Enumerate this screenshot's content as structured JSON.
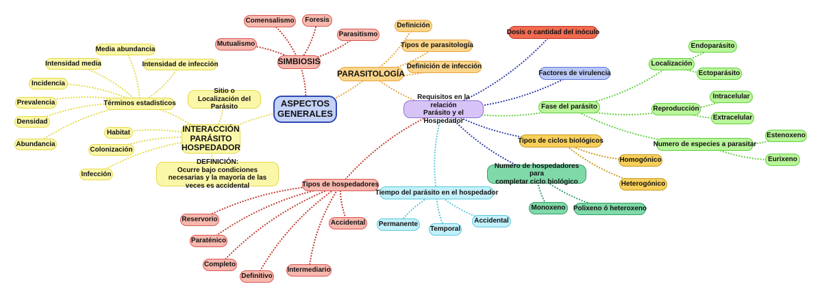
{
  "central": "ASPECTOS\nGENERALES",
  "simbiosis": {
    "title": "SIMBIOSIS",
    "items": [
      "Comensalismo",
      "Foresis",
      "Mutualismo",
      "Parasitismo"
    ]
  },
  "parasitologia": {
    "title": "PARASITOLOGÍA",
    "items": [
      "Definición",
      "Tipos de parasitología",
      "Definición de infección"
    ]
  },
  "interaccion": {
    "title": "INTERACCIÓN\nPARÁSITO\nHOSPEDADOR",
    "sitio": "Sitio o Localización del Parásito",
    "habitat": "Habitat",
    "colonizacion": "Colonización",
    "infeccion": "Infección",
    "definicion": "DEFINICIÓN:\nOcurre bajo condiciones necesarias y la mayoría de las veces es accidental",
    "terminos": {
      "title": "Términos estadísticos",
      "items": [
        "Media abundancia",
        "Intensidad media",
        "Intensidad de infección",
        "Incidencia",
        "Prevalencia",
        "Densidad",
        "Abundancia"
      ]
    }
  },
  "requisitos": {
    "title": "Requisitos en la relación\nParásito y el Hospedador",
    "dosis": "Dosis o cantidad del inóculo",
    "virulencia": "Factores de virulencia",
    "fase": {
      "title": "Fase del parásito",
      "localizacion": {
        "title": "Localización",
        "items": [
          "Endoparásito",
          "Ectoparásito"
        ]
      },
      "reproduccion": {
        "title": "Reproducción",
        "items": [
          "Intracelular",
          "Extracelular"
        ]
      },
      "especies": {
        "title": "Numero de especies a parasitar",
        "items": [
          "Estenoxeno",
          "Eurixeno"
        ]
      }
    },
    "ciclos": {
      "title": "Tipos de ciclos biológicos",
      "items": [
        "Homogónico",
        "Heterogónico"
      ]
    },
    "numero_hosp": {
      "title": "Numero  de hospedadores para\ncompletar ciclo biológico",
      "items": [
        "Monoxeno",
        "Polixeno ó heteroxeno"
      ]
    },
    "tiempo": {
      "title": "Tiempo del parásito en el hospedador",
      "items": [
        "Permanente",
        "Temporal",
        "Accidental"
      ]
    },
    "tipos_hosp": {
      "title": "Tipos de hospedadores",
      "items": [
        "Reservorio",
        "Paraténico",
        "Completo",
        "Definitivo",
        "Intermediario",
        "Accidental"
      ]
    }
  }
}
